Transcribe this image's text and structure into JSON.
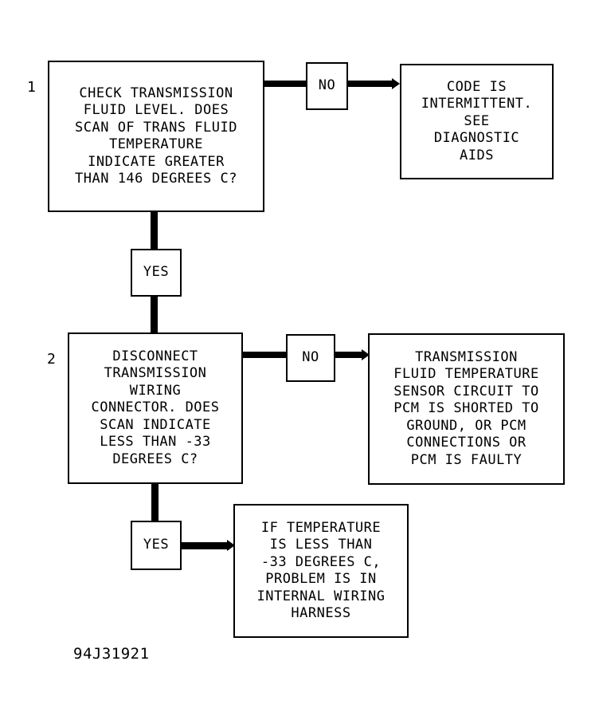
{
  "steps": [
    {
      "number": "1",
      "question": "CHECK TRANSMISSION\nFLUID LEVEL. DOES\nSCAN OF TRANS FLUID\nTEMPERATURE\nINDICATE GREATER\nTHAN 146 DEGREES C?",
      "no_label": "NO",
      "no_result": "CODE IS\nINTERMITTENT.\nSEE\nDIAGNOSTIC\nAIDS",
      "yes_label": "YES"
    },
    {
      "number": "2",
      "question": "DISCONNECT\nTRANSMISSION\nWIRING\nCONNECTOR. DOES\nSCAN INDICATE\nLESS THAN -33\nDEGREES C?",
      "no_label": "NO",
      "no_result": "TRANSMISSION\nFLUID TEMPERATURE\nSENSOR CIRCUIT TO\nPCM IS SHORTED TO\nGROUND, OR PCM\nCONNECTIONS OR\nPCM IS FAULTY",
      "yes_label": "YES",
      "yes_result": "IF TEMPERATURE\nIS LESS THAN\n-33 DEGREES C,\nPROBLEM IS IN\nINTERNAL WIRING\nHARNESS"
    }
  ],
  "figure_id": "94J31921"
}
